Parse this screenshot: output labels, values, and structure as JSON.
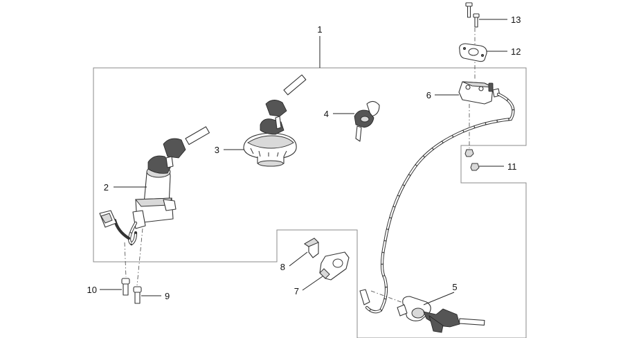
{
  "callouts": [
    {
      "id": "1",
      "label": "1"
    },
    {
      "id": "2",
      "label": "2"
    },
    {
      "id": "3",
      "label": "3"
    },
    {
      "id": "4",
      "label": "4"
    },
    {
      "id": "5",
      "label": "5"
    },
    {
      "id": "6",
      "label": "6"
    },
    {
      "id": "7",
      "label": "7"
    },
    {
      "id": "8",
      "label": "8"
    },
    {
      "id": "9",
      "label": "9"
    },
    {
      "id": "10",
      "label": "10"
    },
    {
      "id": "11",
      "label": "11"
    },
    {
      "id": "12",
      "label": "12"
    },
    {
      "id": "13",
      "label": "13"
    }
  ],
  "colors": {
    "line": "#333333",
    "frame": "#8a8a8a",
    "fill": "#ffffff",
    "shade": "#d9d9d9"
  }
}
